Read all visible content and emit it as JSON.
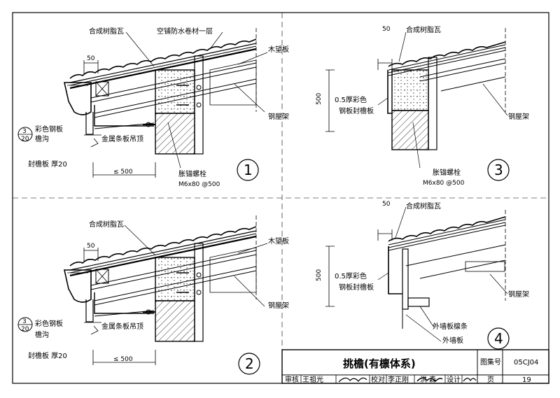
{
  "drawing": {
    "d1": {
      "tile": "合成树脂瓦",
      "membrane": "空铺防水卷材一层",
      "wood_strip": "木望板",
      "steel_truss": "钢屋架",
      "dim_50": "50",
      "ref_num": "3",
      "ref_sheet": "20",
      "gutter_line1": "彩色钢板",
      "gutter_line2": "檐沟",
      "soffit_hanger": "金属条板吊顶",
      "fascia": "封檐板 厚20",
      "dim_500": "≤ 500",
      "anchor": "胀锚螺栓",
      "anchor_spec": "M6x80 @500",
      "number": "1"
    },
    "d2": {
      "tile": "合成树脂瓦",
      "wood_strip": "木望板",
      "steel_truss": "钢屋架",
      "dim_50": "50",
      "ref_num": "3",
      "ref_sheet": "20",
      "gutter_line1": "彩色钢板",
      "gutter_line2": "檐沟",
      "soffit_hanger": "金属条板吊顶",
      "fascia": "封檐板 厚20",
      "dim_500": "≤ 500",
      "number": "2"
    },
    "d3": {
      "dim_50": "50",
      "tile": "合成树脂瓦",
      "dim_500": "500",
      "fascia_line1": "0.5厚彩色",
      "fascia_line2": "钢板封檐板",
      "steel_truss": "钢屋架",
      "anchor": "胀锚螺栓",
      "anchor_spec": "M6x80 @500",
      "number": "3"
    },
    "d4": {
      "dim_50": "50",
      "tile": "合成树脂瓦",
      "dim_500": "500",
      "fascia_line1": "0.5厚彩色",
      "fascia_line2": "钢板封檐板",
      "steel_truss": "钢屋架",
      "purlin": "外墙板檩条",
      "wall_panel": "外墙板",
      "number": "4"
    }
  },
  "title_block": {
    "title": "挑檐(有檩体系)",
    "atlas_label": "图集号",
    "atlas_no": "05CJ04",
    "review_label": "审核",
    "reviewer": "王祖光",
    "check_label": "校对",
    "checker": "李正刚",
    "design_label": "设计",
    "designer": "洪 森",
    "page_label": "页",
    "page_no": "19"
  },
  "colors": {
    "ink": "#000000",
    "hatch": "#000000",
    "paper": "#ffffff"
  }
}
